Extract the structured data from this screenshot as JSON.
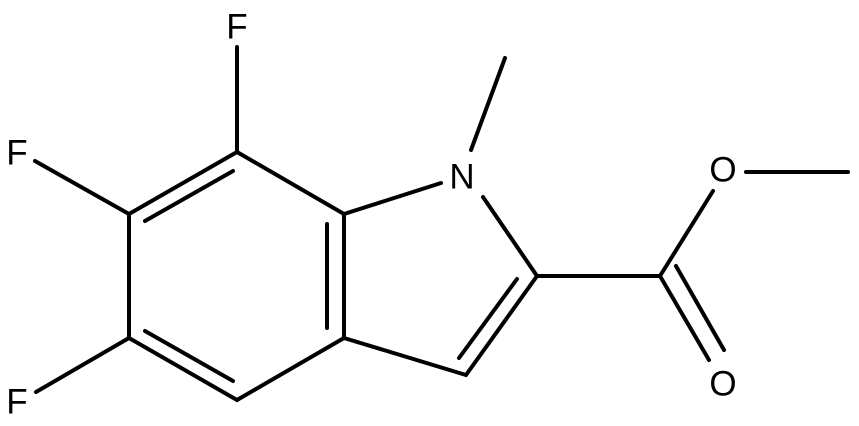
{
  "molecule": {
    "atoms": {
      "F_top": "F",
      "F_left": "F",
      "F_bottom": "F",
      "N": "N",
      "O_ether": "O",
      "O_carbonyl": "O"
    }
  }
}
